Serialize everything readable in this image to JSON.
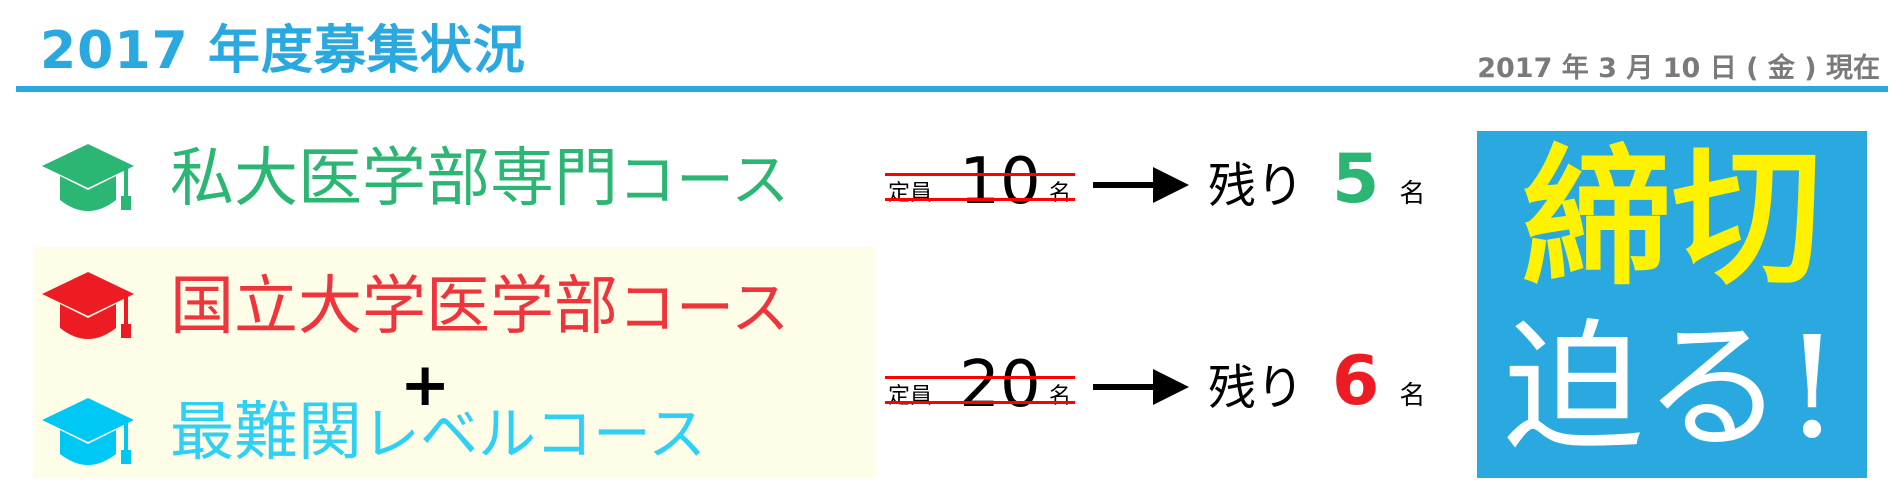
{
  "header": {
    "title": "2017 年度募集状況",
    "as_of_date": "2017 年 3 月 10 日 ( 金 ) 現在"
  },
  "courses": [
    {
      "icon": "graduation-cap-icon",
      "name": "私大医学部専門",
      "suffix": "コース",
      "color": "#2bb673"
    },
    {
      "icon": "graduation-cap-icon",
      "name": "国立大学医学部",
      "suffix": "コース",
      "color": "#ed1c24"
    },
    {
      "icon": "graduation-cap-icon",
      "name": "最難関",
      "suffix": "レベルコース",
      "color": "#00c8f4"
    }
  ],
  "combine_symbol": "+",
  "quotas": [
    {
      "label": "定員",
      "capacity": "10",
      "unit": "名",
      "remaining_label": "残り",
      "remaining": "5",
      "remaining_unit": "名",
      "color": "#2bb673"
    },
    {
      "label": "定員",
      "capacity": "20",
      "unit": "名",
      "remaining_label": "残り",
      "remaining": "6",
      "remaining_unit": "名",
      "color": "#ed1c24"
    }
  ],
  "deadline_banner": {
    "line1": "締切",
    "line2": "迫る!",
    "bg": "#29a9e0"
  }
}
